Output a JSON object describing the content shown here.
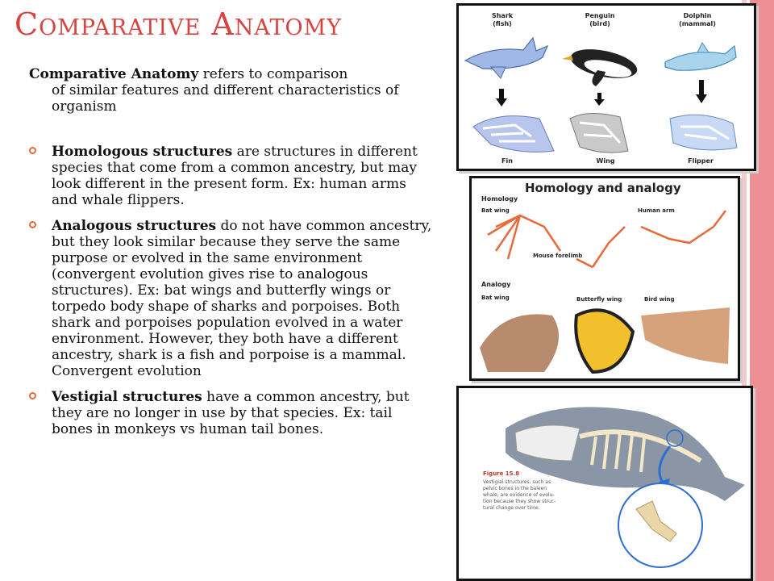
{
  "slide": {
    "title": "Comparative Anatomy",
    "intro": {
      "lead": "Comparative Anatomy",
      "rest": " refers to comparison",
      "line2": "of similar features and different characteristics of organism"
    },
    "bullets": [
      {
        "term": "Homologous structures",
        "text": " are structures in different species that come from a common ancestry, but may look different in the present form. Ex: human arms and whale flippers."
      },
      {
        "term": "Analogous structures",
        "text": " do not have common ancestry, but they look similar because they serve the same purpose or evolved in the same environment (convergent evolution gives rise to analogous structures). Ex: bat wings and butterfly wings or torpedo body shape of sharks and porpoises. Both shark and porpoises population evolved in a water environment. However, they both have a different ancestry, shark is a fish and porpoise is a mammal. Convergent evolution"
      },
      {
        "term": "Vestigial structures",
        "text": " have a common ancestry, but they are no longer in use by that species. Ex: tail bones in monkeys vs human tail bones."
      }
    ]
  },
  "figure1": {
    "animals": [
      {
        "name": "Shark",
        "group": "(fish)",
        "limb": "Fin"
      },
      {
        "name": "Penguin",
        "group": "(bird)",
        "limb": "Wing"
      },
      {
        "name": "Dolphin",
        "group": "(mammal)",
        "limb": "Flipper"
      }
    ]
  },
  "figure2": {
    "title": "Homology and analogy",
    "homology_label": "Homology",
    "analogy_label": "Analogy",
    "bat_wing": "Bat wing",
    "human_arm": "Human arm",
    "mouse_forelimb": "Mouse forelimb",
    "bat_wing_2": "Bat wing",
    "butterfly_wing": "Butterfly wing",
    "bird_wing": "Bird wing"
  },
  "figure3": {
    "caption_title": "Figure 15.8",
    "caption_lines": [
      "Vestigial structures, such as",
      "pelvic bones in the baleen",
      "whale, are evidence of evolu-",
      "tion because they show struc-",
      "tural change over time."
    ]
  },
  "colors": {
    "title": "#d9433f",
    "bullet": "#e06a3b",
    "stripe": "#ee8f95"
  }
}
